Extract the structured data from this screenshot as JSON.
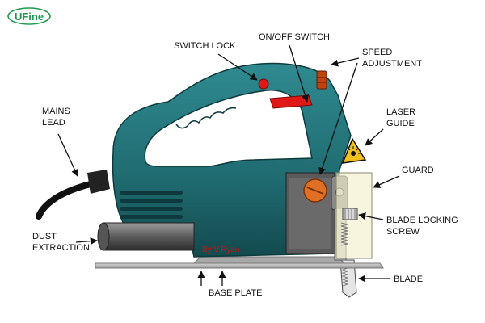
{
  "logo": {
    "text": "UFine",
    "color": "#1e9a4a"
  },
  "credit": "By V.Ryan",
  "colors": {
    "body": "#1f6b70",
    "body_dark": "#134a4e",
    "switch": "#e01818",
    "grey_plate": "#b9b9b9",
    "warning": "#f2c01c"
  },
  "labels": {
    "switch_lock": "SWITCH LOCK",
    "on_off_switch": "ON/OFF SWITCH",
    "speed_line1": "SPEED",
    "speed_line2": "ADJUSTMENT",
    "laser_line1": "LASER",
    "laser_line2": "GUIDE",
    "guard": "GUARD",
    "blade_locking_line1": "BLADE LOCKING",
    "blade_locking_line2": "SCREW",
    "mains_line1": "MAINS",
    "mains_line2": "LEAD",
    "dust_line1": "DUST",
    "dust_line2": "EXTRACTION",
    "base_plate": "BASE PLATE",
    "blade": "BLADE"
  }
}
